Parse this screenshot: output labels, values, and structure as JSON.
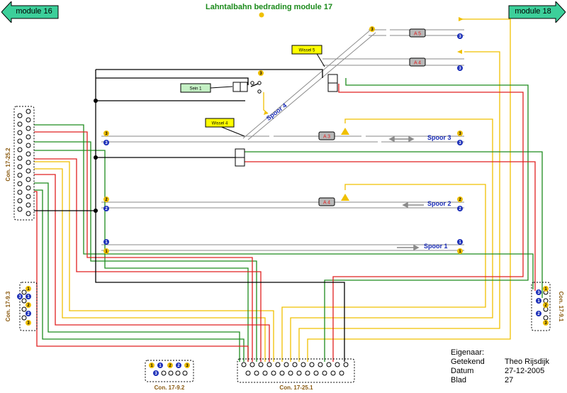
{
  "title": "Lahntalbahn bedrading module 17",
  "nav": {
    "left": "module 16",
    "right": "module 18"
  },
  "tracks": {
    "spoor4": "Spoor 4",
    "spoor3": "Spoor 3",
    "spoor2": "Spoor 2",
    "spoor1": "Spoor 1"
  },
  "blocks": {
    "a5": "A 5",
    "a4_top": "A 4",
    "a3": "A 3",
    "a4_mid": "A 4"
  },
  "callouts": {
    "wissel5": "Wissel 5",
    "wissel4": "Wissel 4",
    "sein1": "Sein 1"
  },
  "connectors": {
    "c17_25_2": "Con. 17-25.2",
    "c17_9_3": "Con. 17-9.3",
    "c17_9_1": "Con. 17-9.1",
    "c17_9_2": "Con. 17-9.2",
    "c17_25_1": "Con. 17-25.1"
  },
  "markers": {
    "one": "1",
    "two": "2",
    "three": "3"
  },
  "titleblock": {
    "eigenaar_label": "Eigenaar:",
    "getekend_label": "Getekend",
    "getekend_value": "Theo Rijsdijk",
    "datum_label": "Datum",
    "datum_value": "27-12-2005",
    "blad_label": "Blad",
    "blad_value": "27"
  },
  "colors": {
    "green": "#1e8c1e",
    "red": "#e02020",
    "yellow": "#f0c000",
    "black": "#000000",
    "blue": "#1a2db8",
    "gray": "#8a8a8a",
    "arrow": "#3ccf9a"
  }
}
